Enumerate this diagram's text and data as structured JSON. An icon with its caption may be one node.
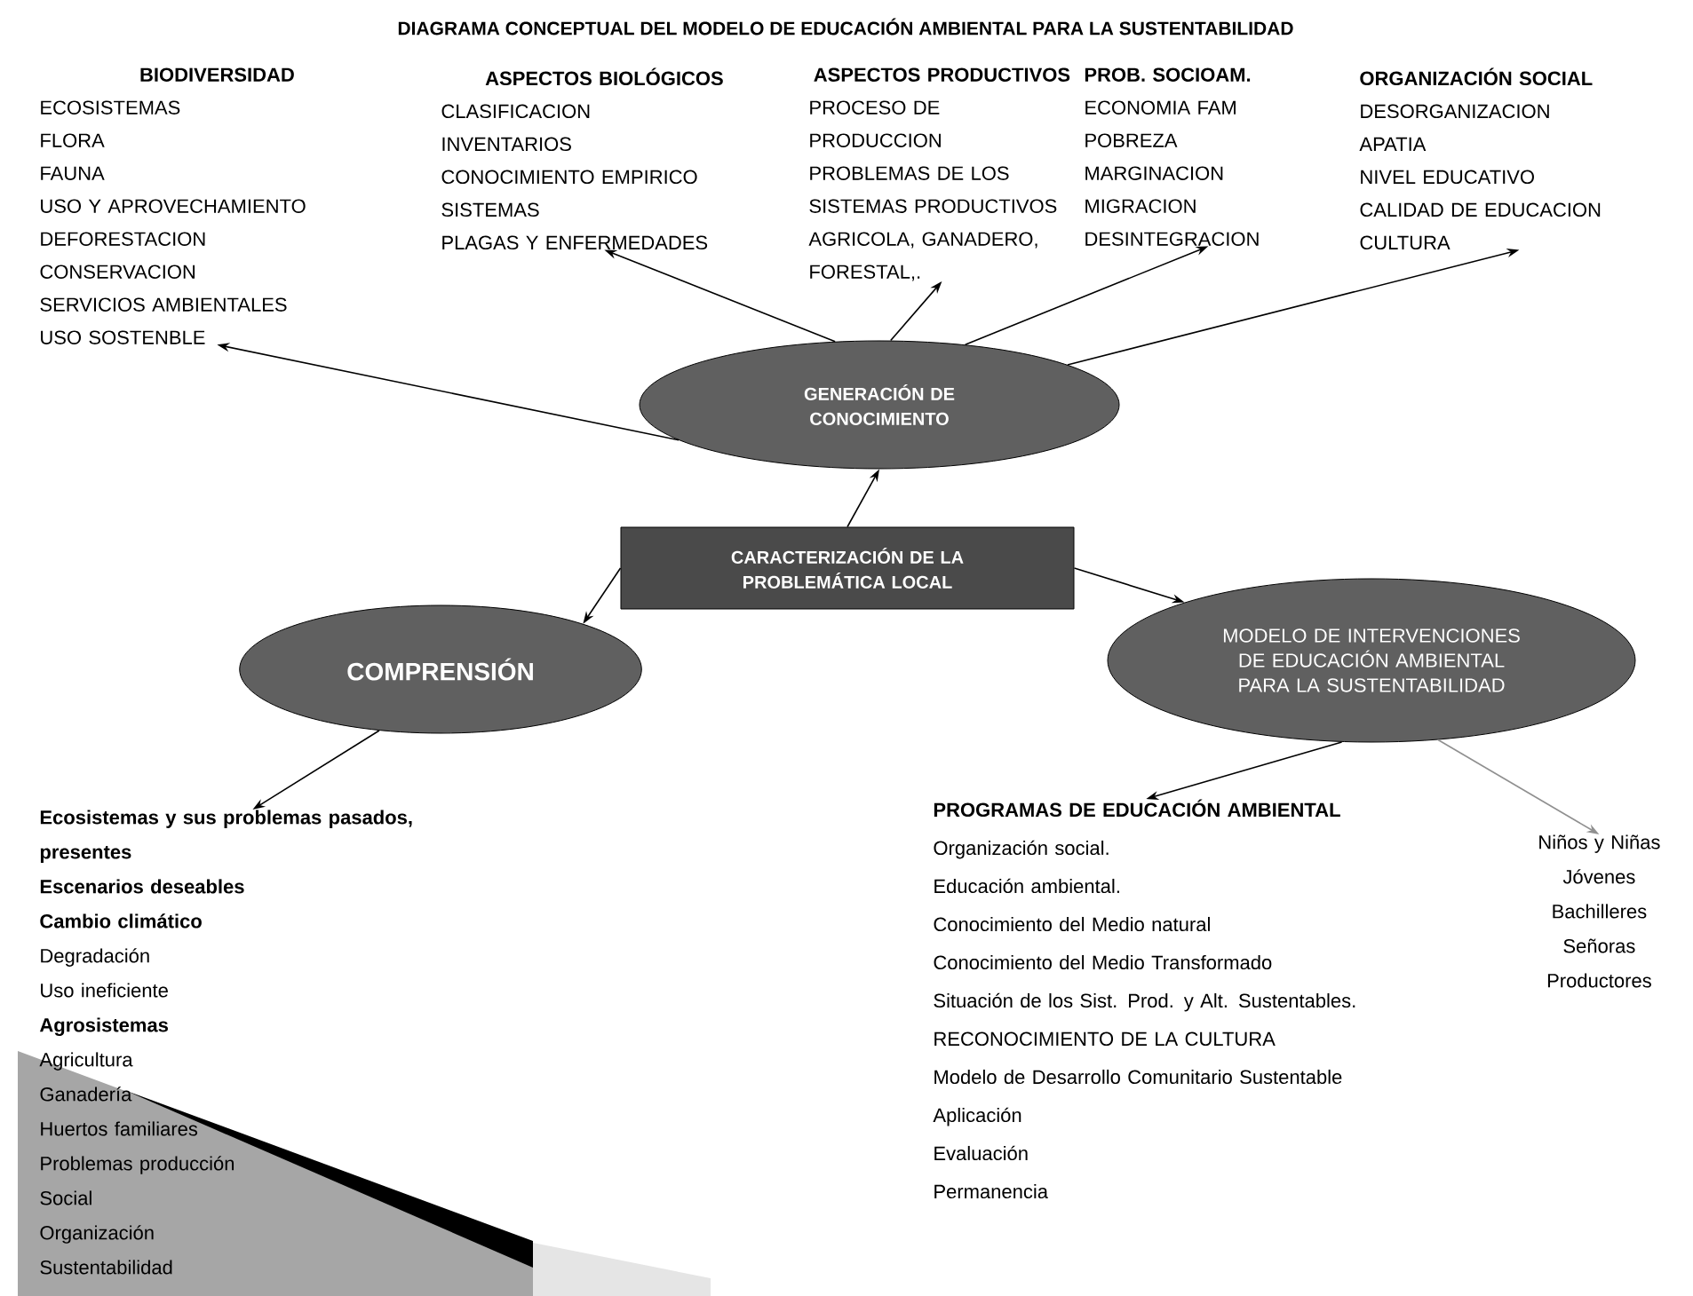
{
  "diagram": {
    "title": "DIAGRAMA CONCEPTUAL DEL MODELO DE EDUCACIÓN AMBIENTAL PARA LA SUSTENTABILIDAD",
    "nodes": [
      {
        "text": [
          "GENERACIÓN DE CONOCIMIENTO"
        ]
      },
      {
        "text": [
          "CARACTERIZACIÓN DE LA PROBLEMÁTICA LOCAL"
        ]
      },
      {
        "text": [
          "COMPRENSIÓN"
        ]
      },
      {
        "text": [
          "MODELO DE INTERVENCIONES DE EDUCACIÓN AMBIENTAL PARA LA SUSTENTABILIDAD"
        ]
      },
      {
        "text": [
          "BIODIVERSIDAD",
          "ECOSISTEMAS",
          "FLORA",
          "FAUNA",
          "USO Y APROVECHAMIENTO",
          "DEFORESTACION",
          "CONSERVACION",
          "SERVICIOS AMBIENTALES",
          "USO SOSTENBLE"
        ]
      },
      {
        "text": [
          "ASPECTOS BIOLÓGICOS",
          "CLASIFICACION",
          "INVENTARIOS",
          "CONOCIMIENTO EMPIRICO",
          "SISTEMAS",
          "PLAGAS Y ENFERMEDADES"
        ]
      },
      {
        "text": [
          "ASPECTOS PRODUCTIVOS",
          "PROCESO DE PRODUCCION",
          "PROBLEMAS DE LOS SISTEMAS PRODUCTIVOS AGRICOLA, GANADERO, FORESTAL,."
        ]
      },
      {
        "text": [
          "PROB. SOCIOAM.",
          "ECONOMIA FAM",
          "POBREZA",
          "MARGINACION",
          "MIGRACION",
          "DESINTEGRACION"
        ]
      },
      {
        "text": [
          "ORGANIZACIÓN SOCIAL",
          "DESORGANIZACION",
          "APATIA",
          "NIVEL EDUCATIVO",
          "CALIDAD DE EDUCACION",
          "CULTURA"
        ]
      },
      {
        "text": [
          "Ecosistemas y sus problemas pasados, presentes",
          "Escenarios deseables",
          "Cambio climático",
          "Degradación",
          "Uso ineficiente",
          "Agrosistemas",
          "Agricultura",
          "Ganadería",
          "Huertos familiares",
          "Problemas producción",
          "Social",
          "Organización",
          "Sustentabilidad"
        ]
      },
      {
        "text": [
          "PROGRAMAS DE EDUCACIÓN AMBIENTAL",
          "Organización social.",
          "Educación ambiental.",
          "Conocimiento del Medio natural",
          "Conocimiento del Medio Transformado",
          "Situación de los Sist. Prod. y Alt. Sustentables.",
          "RECONOCIMIENTO DE LA CULTURA",
          "Modelo de Desarrollo Comunitario Sustentable",
          "Aplicación",
          "Evaluación",
          "Permanencia"
        ]
      },
      {
        "text": [
          "Niños y Niñas",
          "Jóvenes",
          "Bachilleres",
          "Señoras",
          "Productores"
        ]
      }
    ],
    "edges": [
      {
        "from": 0,
        "to": 4,
        "arrow": "to"
      },
      {
        "from": 0,
        "to": 5,
        "arrow": "to"
      },
      {
        "from": 0,
        "to": 6,
        "arrow": "to"
      },
      {
        "from": 0,
        "to": 7,
        "arrow": "to"
      },
      {
        "from": 0,
        "to": 8,
        "arrow": "to"
      },
      {
        "from": 1,
        "to": 0,
        "arrow": "to"
      },
      {
        "from": 1,
        "to": 2,
        "arrow": "to"
      },
      {
        "from": 1,
        "to": 3,
        "arrow": "to"
      },
      {
        "from": 2,
        "to": 9,
        "arrow": "to"
      },
      {
        "from": 3,
        "to": 10,
        "arrow": "to"
      },
      {
        "from": 3,
        "to": 11,
        "arrow": "to",
        "color": "#909090"
      }
    ]
  }
}
